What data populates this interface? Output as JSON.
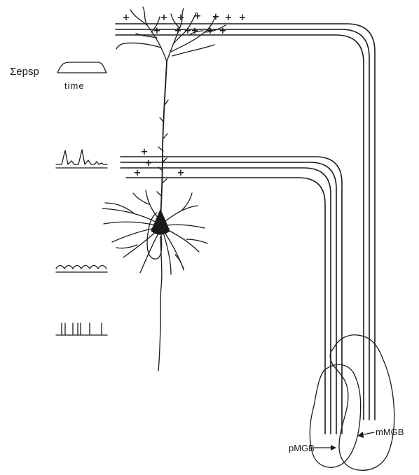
{
  "diagram": {
    "labels": {
      "sum_epsp": "Σepsp",
      "time": "time",
      "pmgb": "pMGB",
      "mmgb": "mMGB"
    },
    "synapse_sign": "+"
  }
}
